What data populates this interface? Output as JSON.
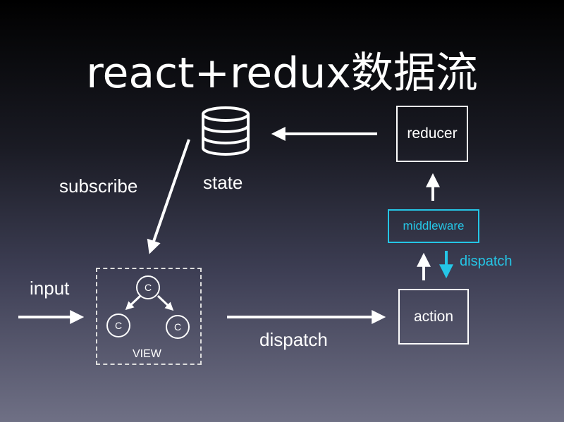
{
  "title": "react+redux数据流",
  "nodes": {
    "state": "state",
    "reducer": "reducer",
    "middleware": "middleware",
    "action": "action",
    "view": "VIEW",
    "component": "C"
  },
  "edges": {
    "subscribe": "subscribe",
    "input": "input",
    "dispatch": "dispatch",
    "middleware_dispatch": "dispatch"
  },
  "colors": {
    "foreground": "#ffffff",
    "accent": "#25c6e6"
  },
  "icons": {
    "state": "database-icon"
  }
}
